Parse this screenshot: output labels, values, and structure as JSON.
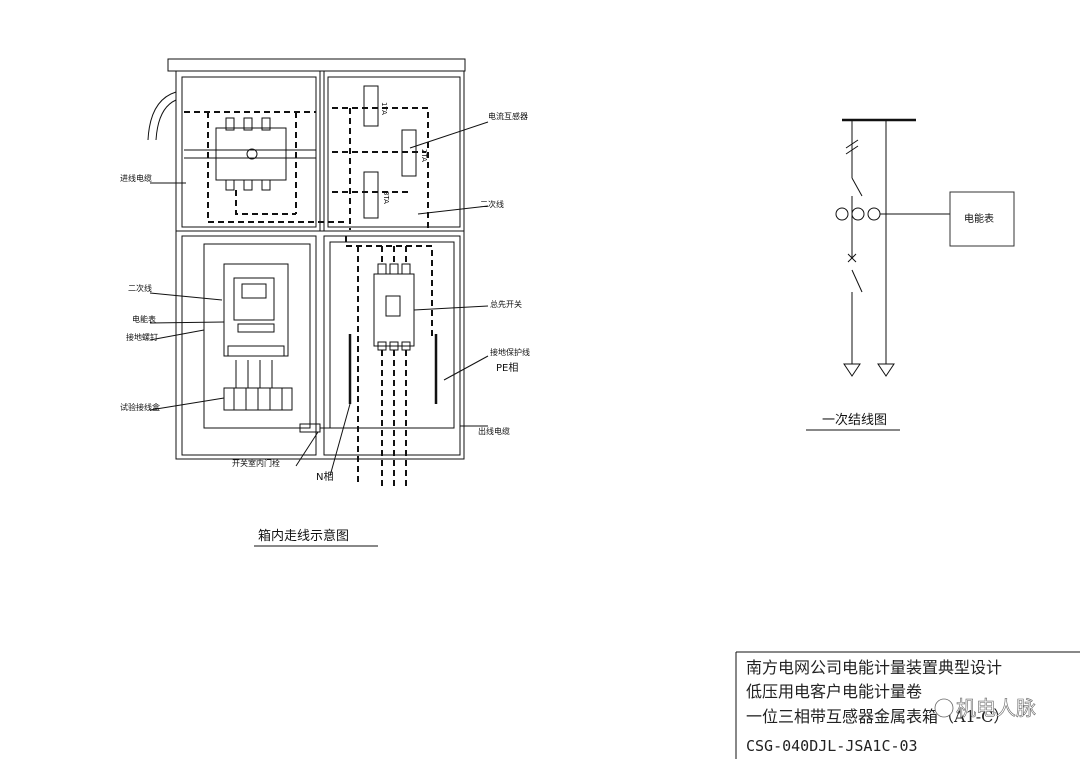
{
  "wiring_diagram": {
    "caption": "箱内走线示意图",
    "labels": {
      "incoming_cable": "进线电缆",
      "current_transformer": "电流互感器",
      "secondary_line_top": "二次线",
      "secondary_line_left": "二次线",
      "energy_meter": "电能表",
      "ground_screw": "接地螺钉",
      "test_terminal_box": "试验接线盒",
      "main_switch": "总先开关",
      "ground_protection": "接地保护线",
      "pe_bar": "PE相",
      "outgoing_cable": "出线电缆",
      "door_latch": "开关室内门栓",
      "n_bar": "N相"
    },
    "ct_labels": [
      "1TA",
      "2TA",
      "3TA"
    ]
  },
  "single_line": {
    "caption": "一次结线图",
    "meter_label": "电能表"
  },
  "title_block": {
    "line1": "南方电网公司电能计量装置典型设计",
    "line2": "低压用电客户电能计量卷",
    "line3": "一位三相带互感器金属表箱（A1-C）",
    "line4": "CSG-040DJL-JSA1C-03",
    "watermark": "机电人脉"
  }
}
